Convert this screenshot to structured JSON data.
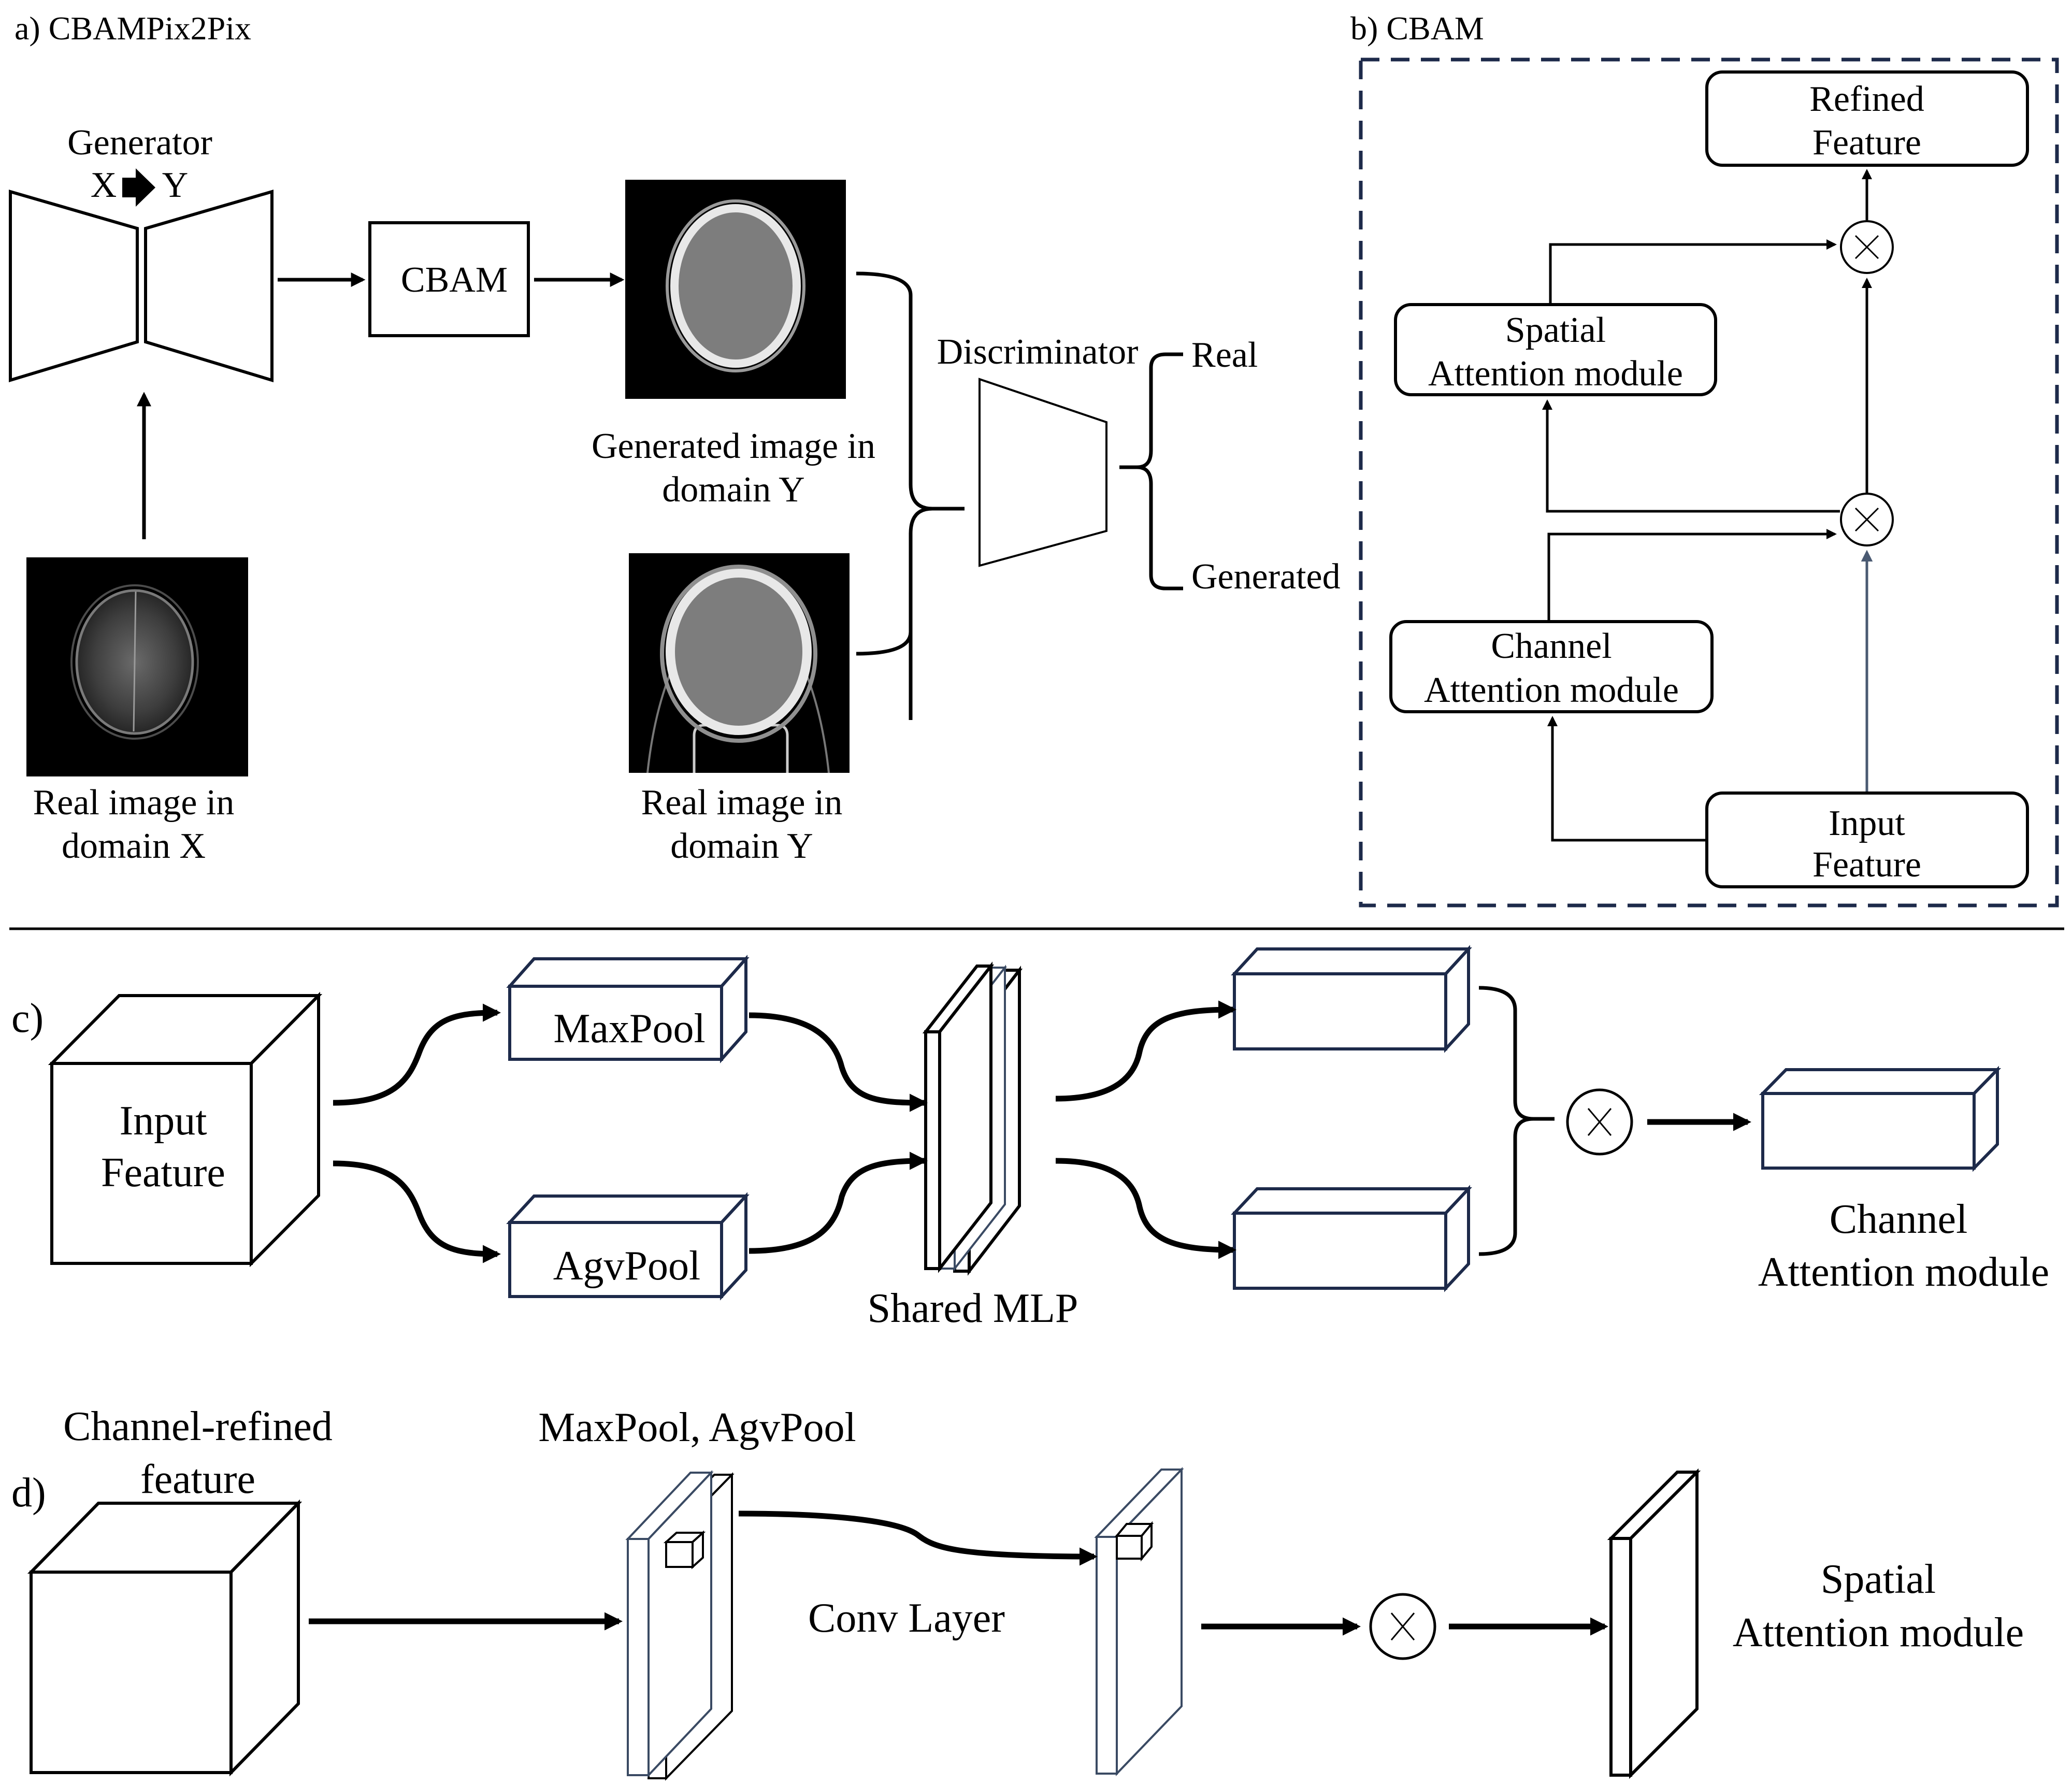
{
  "colors": {
    "background": "#ffffff",
    "ink": "#000000",
    "dashed_border": "#1d2a4a",
    "navy_box": "#1d2a4a",
    "slate_layer": "#3a4a63",
    "input_arrow": "#4a5a72"
  },
  "panel_a": {
    "title": "a) CBAMPix2Pix",
    "generator_label": "Generator",
    "generator_mapping_from": "X",
    "generator_mapping_to": "Y",
    "cbam_label": "CBAM",
    "generated_image_caption": [
      "Generated image in",
      "domain Y"
    ],
    "real_y_caption": [
      "Real image in",
      "domain Y"
    ],
    "real_x_caption": [
      "Real image in",
      "domain X"
    ],
    "discriminator_label": "Discriminator",
    "outputs": [
      "Real",
      "Generated"
    ]
  },
  "panel_b": {
    "title": "b) CBAM",
    "refined_feature": [
      "Refined",
      "Feature"
    ],
    "spatial_attention": [
      "Spatial",
      "Attention module"
    ],
    "channel_attention": [
      "Channel",
      "Attention module"
    ],
    "input_feature": [
      "Input",
      "Feature"
    ],
    "multiply_symbol": "×"
  },
  "panel_c": {
    "title": "c)",
    "input_feature": [
      "Input",
      "Feature"
    ],
    "maxpool": "MaxPool",
    "agvpool": "AgvPool",
    "shared_mlp": "Shared MLP",
    "output_label": [
      "Channel",
      "Attention module"
    ]
  },
  "panel_d": {
    "title": "d)",
    "input_label": [
      "Channel-refined",
      "feature"
    ],
    "pool_label": "MaxPool, AgvPool",
    "conv_label": "Conv Layer",
    "output_label": [
      "Spatial",
      "Attention module"
    ]
  }
}
